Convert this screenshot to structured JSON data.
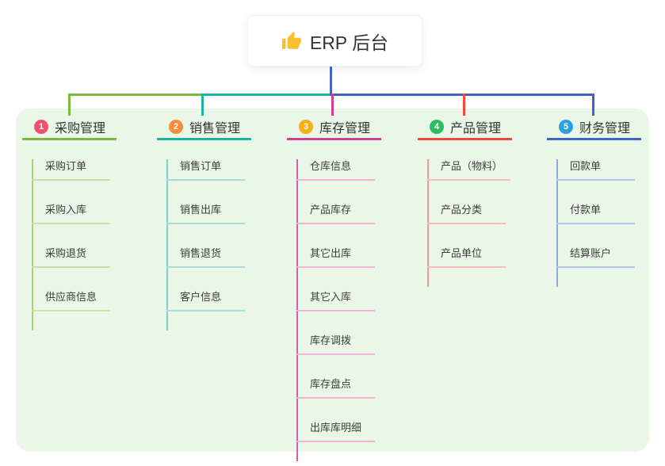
{
  "root": {
    "title": "ERP 后台",
    "icon": "thumbs-up-icon",
    "connector_color": "#4565cb"
  },
  "panel": {
    "background": "#eaf6e7"
  },
  "branches": [
    {
      "badge": "1",
      "title": "采购管理",
      "colors": {
        "badge": "#f3516b",
        "line": "#7cb93f",
        "child_line": "#a8cf7b",
        "child_underline": "#c8e2a4"
      },
      "children": [
        "采购订单",
        "采购入库",
        "采购退货",
        "供应商信息"
      ]
    },
    {
      "badge": "2",
      "title": "销售管理",
      "colors": {
        "badge": "#f98b3b",
        "line": "#1db3a4",
        "child_line": "#7fd0c6",
        "child_underline": "#a5ded7"
      },
      "children": [
        "销售订单",
        "销售出库",
        "销售退货",
        "客户信息"
      ]
    },
    {
      "badge": "3",
      "title": "库存管理",
      "colors": {
        "badge": "#fbae17",
        "line": "#d23f90",
        "child_line": "#d85fa7",
        "child_underline": "#efb3d4"
      },
      "children": [
        "仓库信息",
        "产品库存",
        "其它出库",
        "其它入库",
        "库存调拨",
        "库存盘点",
        "出库库明细"
      ]
    },
    {
      "badge": "4",
      "title": "产品管理",
      "colors": {
        "badge": "#2dbe60",
        "line": "#f5483f",
        "child_line": "#f9948d",
        "child_underline": "#fbbcb7"
      },
      "children": [
        "产品（物料）",
        "产品分类",
        "产品单位"
      ]
    },
    {
      "badge": "5",
      "title": "财务管理",
      "colors": {
        "badge": "#2aa0e2",
        "line": "#3e63c6",
        "child_line": "#93a9e0",
        "child_underline": "#b3c4ea"
      },
      "children": [
        "回款单",
        "付款单",
        "结算账户"
      ]
    }
  ]
}
